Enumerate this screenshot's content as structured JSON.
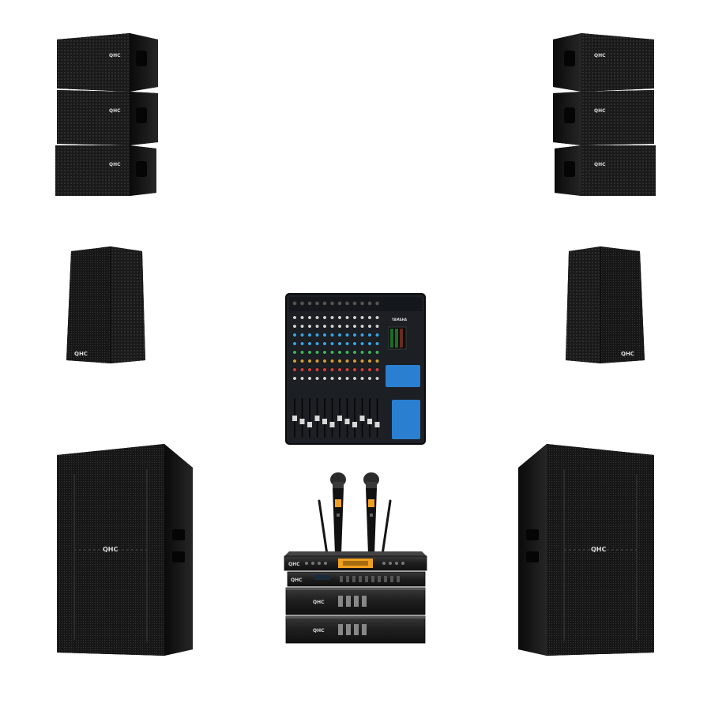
{
  "scene": {
    "background": "#ffffff",
    "brand_mark": "QHC",
    "colors": {
      "cabinet": "#1b1b1b",
      "cabinet_side": "#0e0e0e",
      "grille": "#2a2a2a",
      "mixer_blue": "#2a7fd0",
      "display_amber": "#f0a020",
      "metal": "#888888"
    },
    "items": [
      "line-array-left",
      "line-array-right",
      "monitor-speaker-left",
      "monitor-speaker-right",
      "audio-mixer",
      "wireless-microphone-left",
      "wireless-microphone-right",
      "microphone-receiver",
      "signal-processor",
      "power-amplifier-top",
      "power-amplifier-bottom",
      "subwoofer-left",
      "subwoofer-right"
    ]
  }
}
